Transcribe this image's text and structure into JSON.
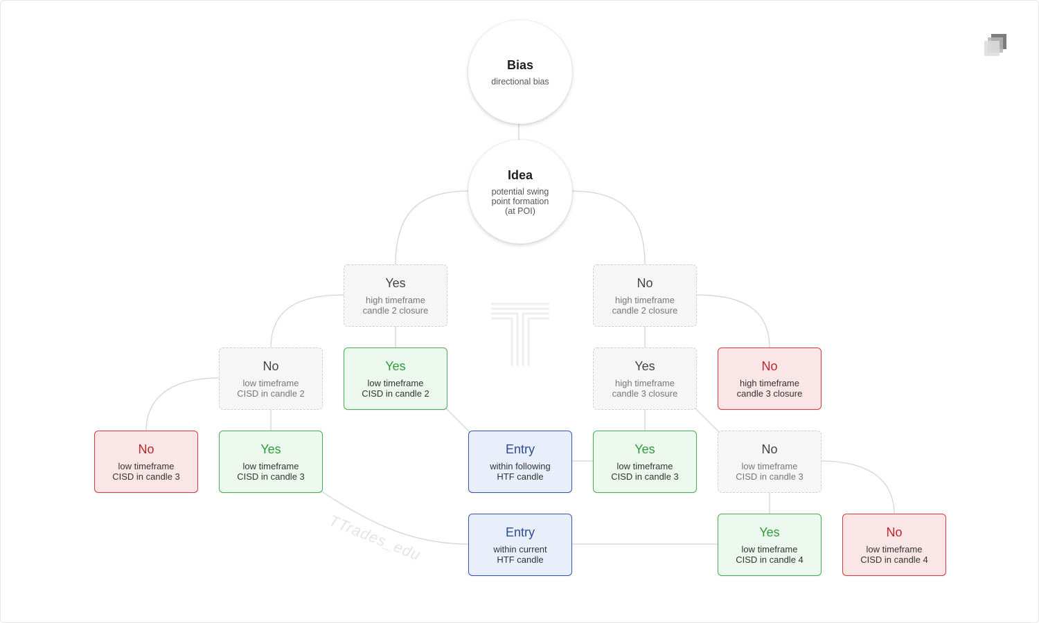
{
  "colors": {
    "link": "#d4d4d4",
    "yes": "#49ad54",
    "no": "#d6393f",
    "entry": "#3657a8",
    "neutral": "#cfcfcf"
  },
  "nodes": {
    "bias": {
      "title": "Bias",
      "sub": "directional bias"
    },
    "idea": {
      "title": "Idea",
      "sub": "potential swing\npoint formation\n(at POI)"
    },
    "yes_htf_c2": {
      "title": "Yes",
      "sub": "high timeframe\ncandle 2 closure"
    },
    "no_htf_c2": {
      "title": "No",
      "sub": "high timeframe\ncandle 2 closure"
    },
    "no_ltf_c2": {
      "title": "No",
      "sub": "low timeframe\nCISD in candle 2"
    },
    "yes_ltf_c2": {
      "title": "Yes",
      "sub": "low timeframe\nCISD in candle 2"
    },
    "yes_htf_c3": {
      "title": "Yes",
      "sub": "high timeframe\ncandle 3 closure"
    },
    "no_htf_c3": {
      "title": "No",
      "sub": "high timeframe\ncandle 3 closure"
    },
    "no_ltf_c3_left": {
      "title": "No",
      "sub": "low timeframe\nCISD in candle 3"
    },
    "yes_ltf_c3_left": {
      "title": "Yes",
      "sub": "low timeframe\nCISD in candle 3"
    },
    "entry_following": {
      "title": "Entry",
      "sub": "within following\nHTF candle"
    },
    "yes_ltf_c3_right": {
      "title": "Yes",
      "sub": "low timeframe\nCISD in candle 3"
    },
    "no_ltf_c3_right": {
      "title": "No",
      "sub": "low timeframe\nCISD in candle 3"
    },
    "entry_current": {
      "title": "Entry",
      "sub": "within current\nHTF candle"
    },
    "yes_ltf_c4": {
      "title": "Yes",
      "sub": "low timeframe\nCISD in candle 4"
    },
    "no_ltf_c4": {
      "title": "No",
      "sub": "low timeframe\nCISD in candle 4"
    }
  },
  "watermark": {
    "text": "TTrades_edu"
  }
}
